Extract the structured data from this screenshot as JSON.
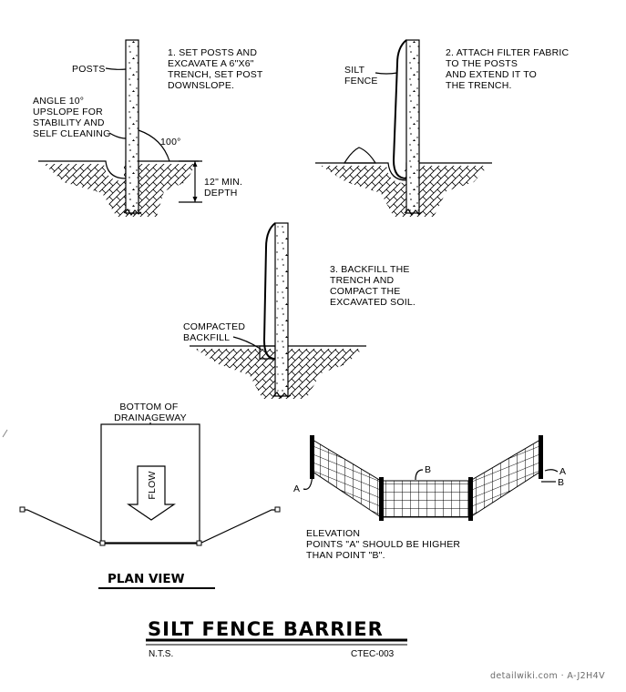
{
  "step1": {
    "lines": [
      "1. SET POSTS AND",
      "EXCAVATE A 6\"X6\"",
      "TRENCH, SET POST",
      "DOWNSLOPE."
    ],
    "posts_label": "POSTS",
    "angle_note": [
      "ANGLE 10°",
      "UPSLOPE FOR",
      "STABILITY AND",
      "SELF CLEANING"
    ],
    "angle_value": "100°",
    "depth_note": [
      "12\" MIN.",
      "DEPTH"
    ]
  },
  "step2": {
    "lines": [
      "2. ATTACH FILTER FABRIC",
      "TO THE POSTS",
      "AND EXTEND IT TO",
      "THE TRENCH."
    ],
    "fence_label": [
      "SILT",
      "FENCE"
    ]
  },
  "step3": {
    "lines": [
      "3. BACKFILL THE",
      "TRENCH AND",
      "COMPACT THE",
      "EXCAVATED SOIL."
    ],
    "backfill_label": [
      "COMPACTED",
      "BACKFILL"
    ]
  },
  "plan": {
    "bottom_label": [
      "BOTTOM OF",
      "DRAINAGEWAY"
    ],
    "flow_label": "FLOW",
    "title": "PLAN VIEW"
  },
  "elevation": {
    "point_a": "A",
    "point_b": "B",
    "note": [
      "ELEVATION",
      "POINTS \"A\" SHOULD BE HIGHER",
      "THAN POINT \"B\"."
    ]
  },
  "sheet": {
    "title": "SILT FENCE BARRIER",
    "scale": "N.T.S.",
    "code": "CTEC-003",
    "watermark": "detailwiki.com · A-J2H4V"
  }
}
